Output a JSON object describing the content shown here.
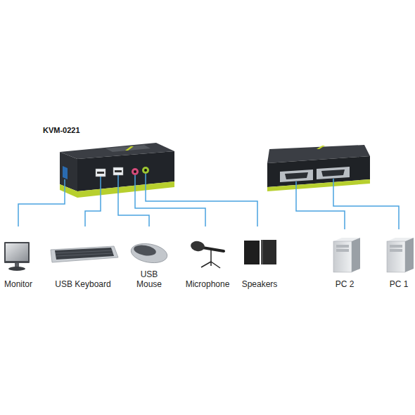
{
  "diagram": {
    "nodes": [
      {
        "text": [
          "KVM-0221"
        ]
      },
      {
        "text": [
          "Monitor"
        ]
      },
      {
        "text": [
          "USB Keyboard"
        ]
      },
      {
        "text": [
          "USB Mouse"
        ]
      },
      {
        "text": [
          "Microphone"
        ]
      },
      {
        "text": [
          "Speakers"
        ]
      },
      {
        "text": [
          "PC 2"
        ]
      },
      {
        "text": [
          "PC 1"
        ]
      }
    ],
    "edges": [
      {
        "from": 0,
        "to": 1,
        "arrow": "none"
      },
      {
        "from": 0,
        "to": 2,
        "arrow": "none"
      },
      {
        "from": 0,
        "to": 3,
        "arrow": "none"
      },
      {
        "from": 0,
        "to": 4,
        "arrow": "none"
      },
      {
        "from": 0,
        "to": 5,
        "arrow": "none"
      }
    ]
  }
}
